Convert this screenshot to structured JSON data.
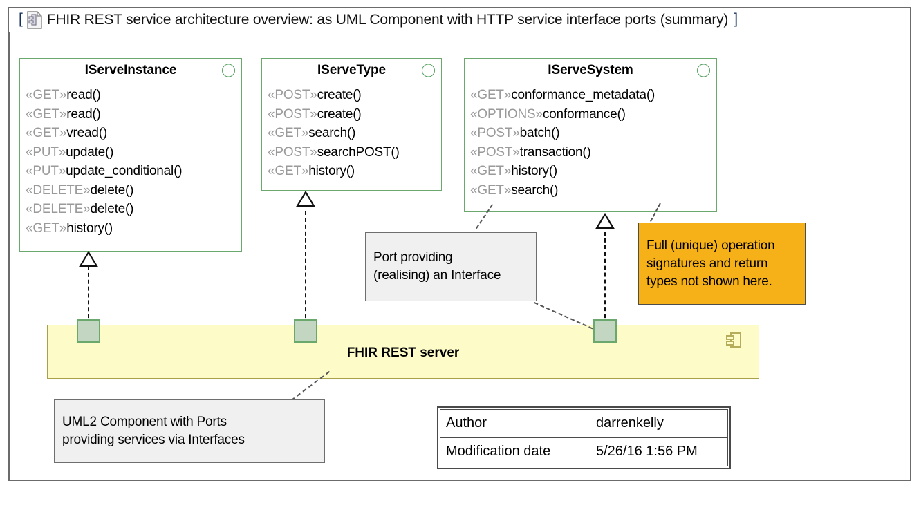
{
  "diagram": {
    "frame_title": "FHIR REST service architecture overview: as UML Component with HTTP service interface ports (summary)",
    "bracket_open": "[",
    "bracket_close": "]",
    "frame_icon": "component-document-icon",
    "colors": {
      "interface_border": "#6aa86e",
      "component_fill": "#fdfcc8",
      "component_border": "#a9a14a",
      "port_fill": "#c2d6c2",
      "port_border": "#6aa86e",
      "note_gray_fill": "#f0f0f0",
      "note_orange_fill": "#f5b117",
      "frame_border": "#6b6b6b",
      "stereotype_text": "#9a9a9a"
    }
  },
  "interfaces": [
    {
      "name": "IServeInstance",
      "icon": "interface-circle-icon",
      "operations": [
        {
          "stereotype": "«GET»",
          "name": "read()"
        },
        {
          "stereotype": "«GET»",
          "name": "read()"
        },
        {
          "stereotype": "«GET»",
          "name": "vread()"
        },
        {
          "stereotype": "«PUT»",
          "name": "update()"
        },
        {
          "stereotype": "«PUT»",
          "name": "update_conditional()"
        },
        {
          "stereotype": "«DELETE»",
          "name": "delete()"
        },
        {
          "stereotype": "«DELETE»",
          "name": "delete()"
        },
        {
          "stereotype": "«GET»",
          "name": "history()"
        }
      ]
    },
    {
      "name": "IServeType",
      "icon": "interface-circle-icon",
      "operations": [
        {
          "stereotype": "«POST»",
          "name": "create()"
        },
        {
          "stereotype": "«POST»",
          "name": "create()"
        },
        {
          "stereotype": "«GET»",
          "name": "search()"
        },
        {
          "stereotype": "«POST»",
          "name": "searchPOST()"
        },
        {
          "stereotype": "«GET»",
          "name": "history()"
        }
      ]
    },
    {
      "name": "IServeSystem",
      "icon": "interface-circle-icon",
      "operations": [
        {
          "stereotype": "«GET»",
          "name": "conformance_metadata()"
        },
        {
          "stereotype": "«OPTIONS»",
          "name": "conformance()"
        },
        {
          "stereotype": "«POST»",
          "name": "batch()"
        },
        {
          "stereotype": "«POST»",
          "name": "transaction()"
        },
        {
          "stereotype": "«GET»",
          "name": "history()"
        },
        {
          "stereotype": "«GET»",
          "name": "search()"
        }
      ]
    }
  ],
  "component": {
    "label": "FHIR REST server",
    "icon": "uml-component-icon",
    "ports": [
      {
        "name": "port-iserveinstance"
      },
      {
        "name": "port-iservetype"
      },
      {
        "name": "port-iservesystem"
      }
    ]
  },
  "notes": [
    {
      "id": "note-port-interface",
      "text": "Port providing\n(realising) an Interface",
      "style": "gray"
    },
    {
      "id": "note-signatures",
      "text": "Full (unique) operation\nsignatures and return\ntypes not shown here.",
      "style": "orange"
    },
    {
      "id": "note-component-ports",
      "text": "UML2 Component with Ports\nproviding services via Interfaces",
      "style": "gray"
    }
  ],
  "metadata_table": {
    "rows": [
      {
        "key": "Author",
        "value": "darrenkelly"
      },
      {
        "key": "Modification date",
        "value": "5/26/16 1:56 PM"
      }
    ]
  }
}
